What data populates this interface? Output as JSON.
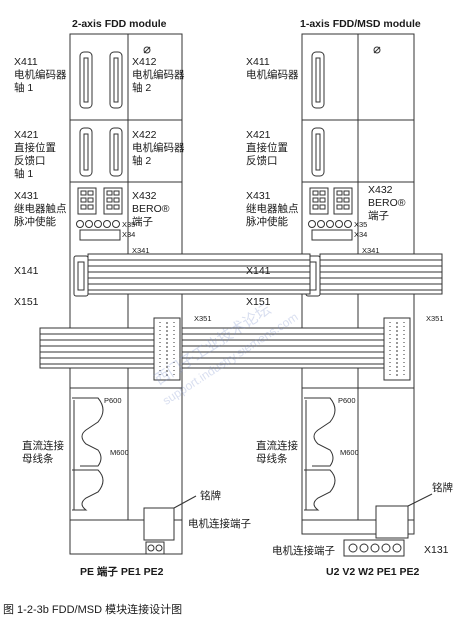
{
  "left_module": {
    "title": "2-axis FDD module",
    "x411": {
      "code": "X411",
      "line1": "电机编码器",
      "line2": "轴 1"
    },
    "x412": {
      "code": "X412",
      "line1": "电机编码器",
      "line2": "轴 2"
    },
    "x421": {
      "code": "X421",
      "line1": "直接位置",
      "line2": "反馈口",
      "line3": "轴 1"
    },
    "x422": {
      "code": "X422",
      "line1": "电机编码器",
      "line2": "轴 2"
    },
    "x431": {
      "code": "X431",
      "line1": "继电器触点",
      "line2": "脉冲使能"
    },
    "x432": {
      "code": "X432",
      "line1": "BERO®",
      "line2": "端子"
    },
    "x35": "X35",
    "x34": "X34",
    "x341": "X341",
    "x141": "X141",
    "x151": "X151",
    "x351": "X351",
    "p600": "P600",
    "m600": "M600",
    "dc_bus": {
      "line1": "直流连接",
      "line2": "母线条"
    },
    "nameplate": "铭牌",
    "motor_terminal": "电机连接端子",
    "pe_terminal": "PE 端子 PE1 PE2"
  },
  "right_module": {
    "title": "1-axis FDD/MSD module",
    "x411": {
      "code": "X411",
      "line1": "电机编码器"
    },
    "x421": {
      "code": "X421",
      "line1": "直接位置",
      "line2": "反馈口"
    },
    "x431": {
      "code": "X431",
      "line1": "继电器触点",
      "line2": "脉冲使能"
    },
    "x432": {
      "code": "X432",
      "line1": "BERO®",
      "line2": "端子"
    },
    "x35": "X35",
    "x34": "X34",
    "x341": "X341",
    "x141": "X141",
    "x151": "X151",
    "x351": "X351",
    "p600": "P600",
    "m600": "M600",
    "dc_bus": {
      "line1": "直流连接",
      "line2": "母线条"
    },
    "nameplate": "铭牌",
    "motor_terminal": "电机连接端子",
    "x131": "X131",
    "terminals": "U2 V2 W2 PE1 PE2"
  },
  "caption": "图 1-2-3b FDD/MSD 模块连接设计图",
  "watermark": {
    "line1": "西门子工业技术论坛",
    "line2": "support.industry.siemens.com"
  },
  "colors": {
    "line": "#333333",
    "fill": "#ffffff",
    "watermark": "#8ea0d0"
  }
}
